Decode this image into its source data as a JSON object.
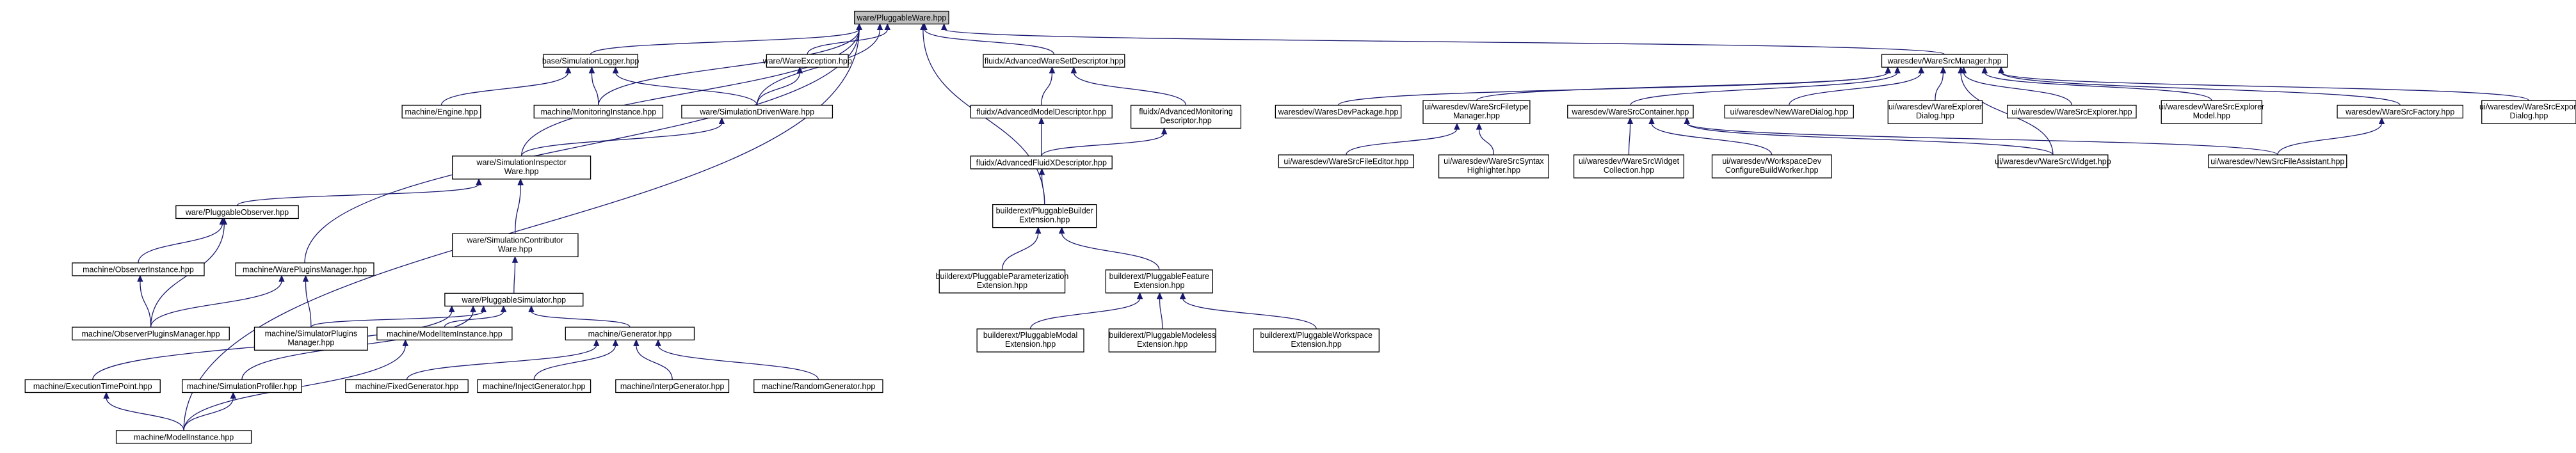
{
  "graph_title": "",
  "nodes": [
    {
      "id": "n0",
      "label": [
        "ware/PluggableWare.hpp"
      ],
      "root": true
    },
    {
      "id": "n1",
      "label": [
        "base/SimulationLogger.hpp"
      ]
    },
    {
      "id": "n2",
      "label": [
        "ware/WareException.hpp"
      ]
    },
    {
      "id": "n3",
      "label": [
        "fluidx/AdvancedWareSetDescriptor.hpp"
      ]
    },
    {
      "id": "n4",
      "label": [
        "waresdev/WareSrcManager.hpp"
      ]
    },
    {
      "id": "n5",
      "label": [
        "machine/Engine.hpp"
      ]
    },
    {
      "id": "n6",
      "label": [
        "machine/MonitoringInstance.hpp"
      ]
    },
    {
      "id": "n7",
      "label": [
        "ware/SimulationDrivenWare.hpp"
      ]
    },
    {
      "id": "n8",
      "label": [
        "ware/SimulationInspector",
        "Ware.hpp"
      ]
    },
    {
      "id": "n9",
      "label": [
        "ware/PluggableObserver.hpp"
      ]
    },
    {
      "id": "n10",
      "label": [
        "ware/SimulationContributor",
        "Ware.hpp"
      ]
    },
    {
      "id": "n11",
      "label": [
        "machine/ObserverInstance.hpp"
      ]
    },
    {
      "id": "n12",
      "label": [
        "machine/WarePluginsManager.hpp"
      ]
    },
    {
      "id": "n13",
      "label": [
        "ware/PluggableSimulator.hpp"
      ]
    },
    {
      "id": "n14",
      "label": [
        "machine/ObserverPluginsManager.hpp"
      ]
    },
    {
      "id": "n15",
      "label": [
        "machine/SimulatorPlugins",
        "Manager.hpp"
      ]
    },
    {
      "id": "n16",
      "label": [
        "machine/ModelItemInstance.hpp"
      ]
    },
    {
      "id": "n17",
      "label": [
        "machine/Generator.hpp"
      ]
    },
    {
      "id": "n18",
      "label": [
        "machine/ExecutionTimePoint.hpp"
      ]
    },
    {
      "id": "n19",
      "label": [
        "machine/SimulationProfiler.hpp"
      ]
    },
    {
      "id": "n20",
      "label": [
        "machine/FixedGenerator.hpp"
      ]
    },
    {
      "id": "n21",
      "label": [
        "machine/InjectGenerator.hpp"
      ]
    },
    {
      "id": "n22",
      "label": [
        "machine/InterpGenerator.hpp"
      ]
    },
    {
      "id": "n23",
      "label": [
        "machine/RandomGenerator.hpp"
      ]
    },
    {
      "id": "n24",
      "label": [
        "machine/ModelInstance.hpp"
      ]
    },
    {
      "id": "n25",
      "label": [
        "fluidx/AdvancedModelDescriptor.hpp"
      ]
    },
    {
      "id": "n26",
      "label": [
        "fluidx/AdvancedMonitoring",
        "Descriptor.hpp"
      ]
    },
    {
      "id": "n27",
      "label": [
        "fluidx/AdvancedFluidXDescriptor.hpp"
      ]
    },
    {
      "id": "n28",
      "label": [
        "builderext/PluggableBuilder",
        "Extension.hpp"
      ]
    },
    {
      "id": "n29",
      "label": [
        "builderext/PluggableParameterization",
        "Extension.hpp"
      ]
    },
    {
      "id": "n30",
      "label": [
        "builderext/PluggableFeature",
        "Extension.hpp"
      ]
    },
    {
      "id": "n31",
      "label": [
        "builderext/PluggableModal",
        "Extension.hpp"
      ]
    },
    {
      "id": "n32",
      "label": [
        "builderext/PluggableModeless",
        "Extension.hpp"
      ]
    },
    {
      "id": "n33",
      "label": [
        "builderext/PluggableWorkspace",
        "Extension.hpp"
      ]
    },
    {
      "id": "n34",
      "label": [
        "waresdev/WaresDevPackage.hpp"
      ]
    },
    {
      "id": "n35",
      "label": [
        "ui/waresdev/WareSrcFiletype",
        "Manager.hpp"
      ]
    },
    {
      "id": "n36",
      "label": [
        "waresdev/WareSrcContainer.hpp"
      ]
    },
    {
      "id": "n37",
      "label": [
        "ui/waresdev/NewWareDialog.hpp"
      ]
    },
    {
      "id": "n38",
      "label": [
        "ui/waresdev/WareExplorer",
        "Dialog.hpp"
      ]
    },
    {
      "id": "n39",
      "label": [
        "ui/waresdev/WareSrcExplorer.hpp"
      ]
    },
    {
      "id": "n40",
      "label": [
        "ui/waresdev/WareSrcExplorer",
        "Model.hpp"
      ]
    },
    {
      "id": "n41",
      "label": [
        "waresdev/WareSrcFactory.hpp"
      ]
    },
    {
      "id": "n42",
      "label": [
        "ui/waresdev/WareSrcExport",
        "Dialog.hpp"
      ]
    },
    {
      "id": "n43",
      "label": [
        "ui/waresdev/WareSrcFileEditor.hpp"
      ]
    },
    {
      "id": "n44",
      "label": [
        "ui/waresdev/WareSrcSyntax",
        "Highlighter.hpp"
      ]
    },
    {
      "id": "n45",
      "label": [
        "ui/waresdev/WareSrcWidget",
        "Collection.hpp"
      ]
    },
    {
      "id": "n46",
      "label": [
        "ui/waresdev/WorkspaceDev",
        "ConfigureBuildWorker.hpp"
      ]
    },
    {
      "id": "n47",
      "label": [
        "ui/waresdev/WareSrcWidget.hpp"
      ]
    },
    {
      "id": "n48",
      "label": [
        "ui/waresdev/NewSrcFileAssistant.hpp"
      ]
    }
  ],
  "edges": [
    [
      "n1",
      "n0"
    ],
    [
      "n2",
      "n0"
    ],
    [
      "n3",
      "n0"
    ],
    [
      "n4",
      "n0"
    ],
    [
      "n6",
      "n0"
    ],
    [
      "n7",
      "n0"
    ],
    [
      "n8",
      "n0"
    ],
    [
      "n12",
      "n0"
    ],
    [
      "n24",
      "n0"
    ],
    [
      "n28",
      "n0"
    ],
    [
      "n5",
      "n1"
    ],
    [
      "n6",
      "n1"
    ],
    [
      "n7",
      "n1"
    ],
    [
      "n7",
      "n2"
    ],
    [
      "n8",
      "n7"
    ],
    [
      "n9",
      "n8"
    ],
    [
      "n10",
      "n8"
    ],
    [
      "n11",
      "n9"
    ],
    [
      "n14",
      "n9"
    ],
    [
      "n14",
      "n11"
    ],
    [
      "n14",
      "n12"
    ],
    [
      "n15",
      "n12"
    ],
    [
      "n13",
      "n10"
    ],
    [
      "n15",
      "n13"
    ],
    [
      "n16",
      "n13"
    ],
    [
      "n17",
      "n13"
    ],
    [
      "n18",
      "n13"
    ],
    [
      "n19",
      "n13"
    ],
    [
      "n24",
      "n16"
    ],
    [
      "n24",
      "n18"
    ],
    [
      "n24",
      "n19"
    ],
    [
      "n20",
      "n17"
    ],
    [
      "n21",
      "n17"
    ],
    [
      "n22",
      "n17"
    ],
    [
      "n23",
      "n17"
    ],
    [
      "n25",
      "n3"
    ],
    [
      "n26",
      "n3"
    ],
    [
      "n27",
      "n25"
    ],
    [
      "n27",
      "n26"
    ],
    [
      "n28",
      "n27"
    ],
    [
      "n29",
      "n28"
    ],
    [
      "n30",
      "n28"
    ],
    [
      "n31",
      "n30"
    ],
    [
      "n32",
      "n30"
    ],
    [
      "n33",
      "n30"
    ],
    [
      "n34",
      "n4"
    ],
    [
      "n35",
      "n4"
    ],
    [
      "n36",
      "n4"
    ],
    [
      "n37",
      "n4"
    ],
    [
      "n38",
      "n4"
    ],
    [
      "n39",
      "n4"
    ],
    [
      "n40",
      "n4"
    ],
    [
      "n41",
      "n4"
    ],
    [
      "n42",
      "n4"
    ],
    [
      "n47",
      "n4"
    ],
    [
      "n43",
      "n35"
    ],
    [
      "n44",
      "n35"
    ],
    [
      "n45",
      "n36"
    ],
    [
      "n46",
      "n36"
    ],
    [
      "n47",
      "n36"
    ],
    [
      "n48",
      "n36"
    ],
    [
      "n48",
      "n41"
    ]
  ]
}
